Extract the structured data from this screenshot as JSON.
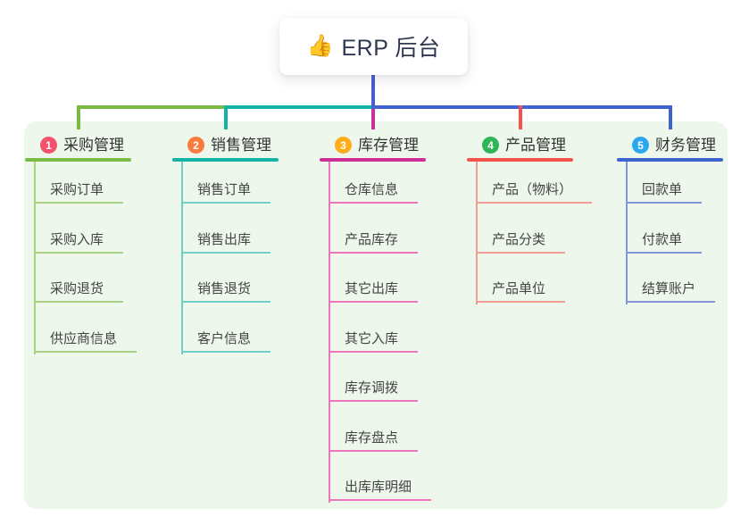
{
  "root": {
    "icon": "thumbs-up-icon",
    "icon_glyph": "👍",
    "label": "ERP 后台"
  },
  "panel_color": "#EDF7EB",
  "connector_colors": {
    "root_line": "#4A5CD0",
    "bus_blue": "#4363CF"
  },
  "branches": [
    {
      "index": "1",
      "title": "采购管理",
      "badge_color": "#F4516C",
      "line_color": "#7ABB45",
      "line_light": "#A8D385",
      "children": [
        "采购订单",
        "采购入库",
        "采购退货",
        "供应商信息"
      ]
    },
    {
      "index": "2",
      "title": "销售管理",
      "badge_color": "#FB7B3C",
      "line_color": "#14B3A6",
      "line_light": "#72CFC6",
      "children": [
        "销售订单",
        "销售出库",
        "销售退货",
        "客户信息"
      ]
    },
    {
      "index": "3",
      "title": "库存管理",
      "badge_color": "#FFAE1A",
      "line_color": "#CC2F96",
      "line_light": "#EC77BD",
      "children": [
        "仓库信息",
        "产品库存",
        "其它出库",
        "其它入库",
        "库存调拨",
        "库存盘点",
        "出库库明细"
      ]
    },
    {
      "index": "4",
      "title": "产品管理",
      "badge_color": "#2FB457",
      "line_color": "#F2544B",
      "line_light": "#F29D96",
      "children": [
        "产品（物料）",
        "产品分类",
        "产品单位"
      ]
    },
    {
      "index": "5",
      "title": "财务管理",
      "badge_color": "#2BA7F0",
      "line_color": "#3E63CF",
      "line_light": "#8396DA",
      "children": [
        "回款单",
        "付款单",
        "结算账户"
      ]
    }
  ]
}
